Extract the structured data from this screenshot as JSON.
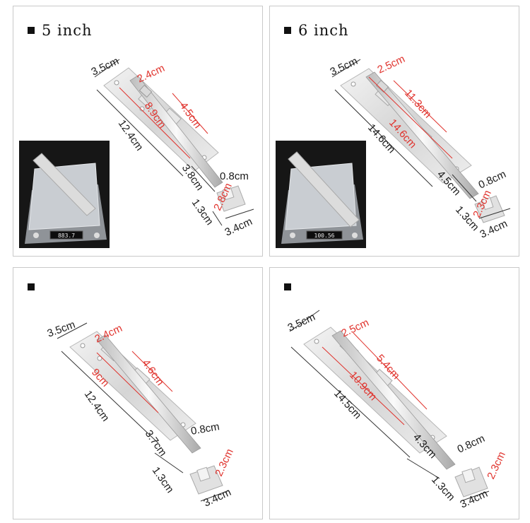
{
  "panels": [
    {
      "heading": "5 inch",
      "has_scale_photo": true,
      "scale_display": "883.7",
      "dims": {
        "plate_width": "3.5cm",
        "bolt_end": "2.4cm",
        "bolt_mid": "4.5cm",
        "bolt_length": "8.9cm",
        "plate_length": "12.4cm",
        "plate_lower": "3.8cm",
        "bolt_diameter": "0.8cm",
        "keeper_height": "2.8cm",
        "keeper_depth": "1.3cm",
        "keeper_width": "3.4cm"
      }
    },
    {
      "heading": "6 inch",
      "has_scale_photo": true,
      "scale_display": "100.56",
      "dims": {
        "plate_width": "3.5cm",
        "bolt_end": "2.5cm",
        "bolt_mid": "11.3cm",
        "bolt_length": "14.6cm",
        "plate_length": "14.6cm",
        "plate_lower": "4.5cm",
        "bolt_diameter": "0.8cm",
        "keeper_height": "2.3cm",
        "keeper_depth": "1.3cm",
        "keeper_width": "3.4cm"
      }
    },
    {
      "heading": "",
      "has_scale_photo": false,
      "dims": {
        "plate_width": "3.5cm",
        "bolt_end": "2.4cm",
        "bolt_mid": "4.6cm",
        "bolt_length": "9cm",
        "plate_length": "12.4cm",
        "plate_lower": "3.7cm",
        "bolt_diameter": "0.8cm",
        "keeper_height": "2.3cm",
        "keeper_depth": "1.3cm",
        "keeper_width": "3.4cm"
      }
    },
    {
      "heading": "",
      "has_scale_photo": false,
      "dims": {
        "plate_width": "3.5cm",
        "bolt_end": "2.5cm",
        "bolt_mid": "5.4cm",
        "bolt_length": "10.9cm",
        "plate_length": "14.5cm",
        "plate_lower": "4.3cm",
        "bolt_diameter": "0.8cm",
        "keeper_height": "2.3cm",
        "keeper_depth": "1.3cm",
        "keeper_width": "3.4cm"
      }
    }
  ]
}
